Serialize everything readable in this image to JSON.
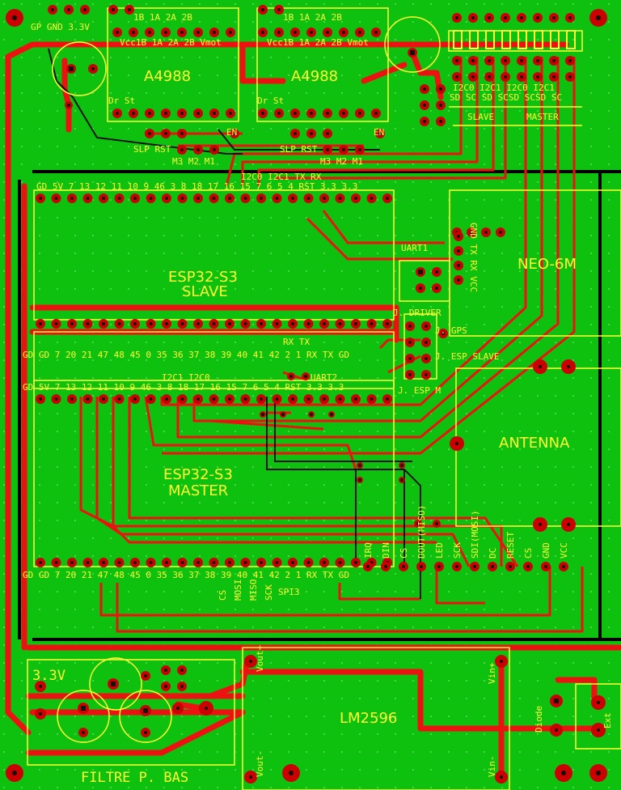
{
  "board": {
    "background": "#0ec10e",
    "trace_color": "#ee1111",
    "silk_color": "#ffff33",
    "pad_color": "#cc0000"
  },
  "drivers": [
    {
      "name": "A4988",
      "top_pins": "Vcc1B 1A 2A 2B Vmot",
      "hdr": "1B 1A 2A 2B",
      "dir_step": "Dr  St",
      "en": "EN",
      "slp_rst": "SLP RST",
      "ms": "M3 M2 M1"
    },
    {
      "name": "A4988",
      "top_pins": "Vcc1B 1A 2A 2B Vmot",
      "hdr": "1B 1A 2A 2B",
      "dir_step": "Dr  St",
      "en": "EN",
      "slp_rst": "SLP RST",
      "ms": "M3 M2 M1"
    }
  ],
  "power_header": "GP GND 3.3V",
  "i2c": {
    "cols": "I2C0 I2C1 I2C0 I2C1",
    "sub": "SD  SC SD  SCSD  SCSD  SC",
    "slave": "SLAVE",
    "master": "MASTER"
  },
  "slave": {
    "title1": "ESP32-S3",
    "title2": "SLAVE",
    "top_row": "GD 5V  7 13  12  11  10  9  46  3  8  18  17  16  15  7  6  5  4  RST 3.3 3.3",
    "top_extra": "I2C0 I2C1 TX RX",
    "bottom_row": "GD GD 7 20  21  47  48  45  0  35  36  37  38  39  40  41  42  2  1  RX  TX GD",
    "rxtx": "RX TX"
  },
  "master": {
    "title1": "ESP32-S3",
    "title2": "MASTER",
    "top_row": "GD 5V  7 13  12  11  10  9  46  3  8  18  17  16  15  7  6  5  4  RST 3.3 3.3",
    "top_extra": "I2C1    I2C0",
    "uart": "UART2",
    "bottom_row": "GD GD 7 20  21  47  48  45  0  35  36  37  38  39  40  41  42  2  1  RX  TX GD",
    "spi": "SPI3",
    "spi_pins": [
      "CS",
      "MOSI",
      "MISO",
      "SCK"
    ]
  },
  "uart1": "UART1",
  "gps": {
    "title": "NEO-6M",
    "pins": "GND TX RX VCC"
  },
  "jumpers": {
    "driver": "J. DRIVER",
    "gps": "J. GPS",
    "esp_slave": "J. ESP SLAVE",
    "esp_m": "J. ESP M"
  },
  "antenna": "ANTENNA",
  "display_pins": [
    "IRQ",
    "DIN",
    "CS",
    "DOUT(MISO)",
    "LED",
    "SCK",
    "SDI(MOSI)",
    "DC",
    "RESET",
    "CS",
    "GND",
    "VCC"
  ],
  "filter": {
    "voltage": "3.3V",
    "title": "FILTRE P. BAS"
  },
  "regulator": {
    "title": "LM2596",
    "vout_plus": "Vout+",
    "vout_minus": "Vout-",
    "vin_plus": "Vin+",
    "vin_minus": "Vin-"
  },
  "ext": "Ext",
  "diode": "Diode"
}
